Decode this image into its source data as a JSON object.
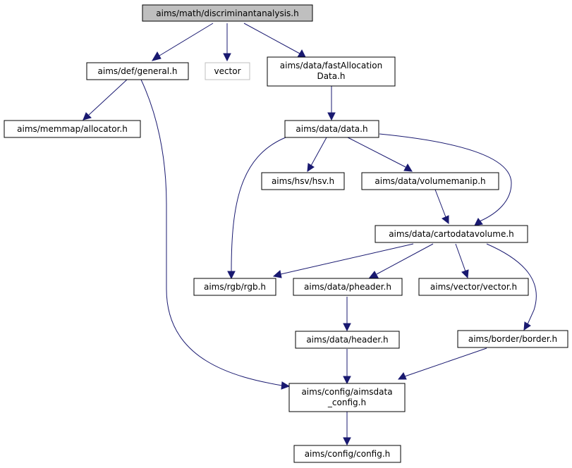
{
  "nodes": {
    "root": "aims/math/discriminantanalysis.h",
    "general": "aims/def/general.h",
    "vector": "vector",
    "fastalloc_line1": "aims/data/fastAllocation",
    "fastalloc_line2": "Data.h",
    "allocator": "aims/memmap/allocator.h",
    "data": "aims/data/data.h",
    "hsv": "aims/hsv/hsv.h",
    "volumemanip": "aims/data/volumemanip.h",
    "cartodatavolume": "aims/data/cartodatavolume.h",
    "rgb": "aims/rgb/rgb.h",
    "pheader": "aims/data/pheader.h",
    "vectorh": "aims/vector/vector.h",
    "header": "aims/data/header.h",
    "border": "aims/border/border.h",
    "aimsdata_line1": "aims/config/aimsdata",
    "aimsdata_line2": "_config.h",
    "config": "aims/config/config.h"
  },
  "colors": {
    "edge": "#191970",
    "root_fill": "#bfbfbf",
    "external_border": "#bfbfbf"
  }
}
